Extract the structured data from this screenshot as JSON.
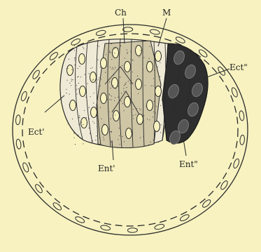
{
  "figure": {
    "labels": {
      "ch": "Ch",
      "m": "M",
      "ect_double": "Ect\"",
      "ect_single": "Ect'",
      "ent_single": "Ent'",
      "ent_double": "Ent\""
    },
    "colors": {
      "background": "#f7f2c0",
      "ink": "#2a2a2a",
      "light_cells": "#efead6",
      "medium_cells": "#cfc6a6",
      "dark_cells": "#2e2e2e"
    }
  }
}
